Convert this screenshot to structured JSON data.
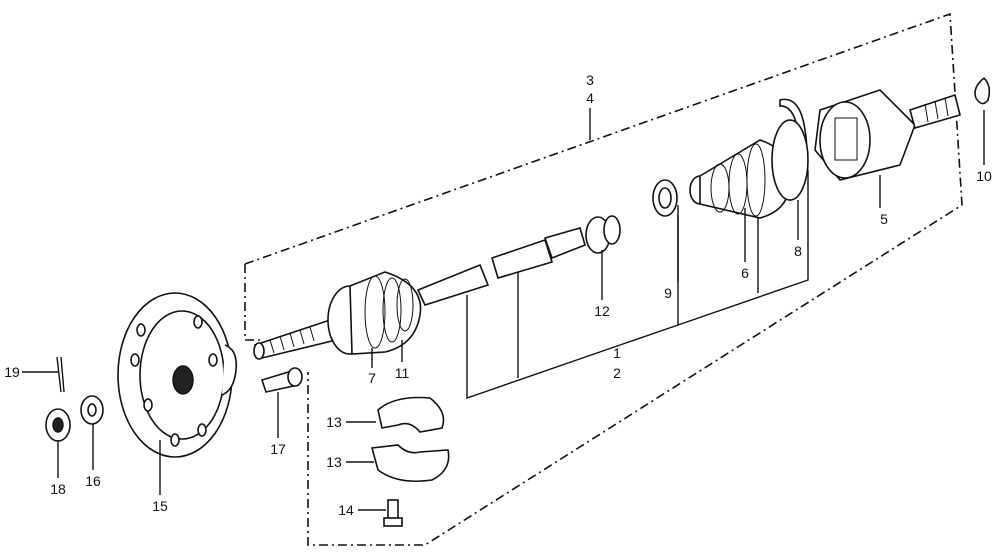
{
  "callouts": [
    {
      "id": "c1",
      "text": "1"
    },
    {
      "id": "c2",
      "text": "2"
    },
    {
      "id": "c3",
      "text": "3"
    },
    {
      "id": "c4",
      "text": "4"
    },
    {
      "id": "c5",
      "text": "5"
    },
    {
      "id": "c6",
      "text": "6"
    },
    {
      "id": "c7",
      "text": "7"
    },
    {
      "id": "c8",
      "text": "8"
    },
    {
      "id": "c9",
      "text": "9"
    },
    {
      "id": "c10",
      "text": "10"
    },
    {
      "id": "c11",
      "text": "11"
    },
    {
      "id": "c12",
      "text": "12"
    },
    {
      "id": "c13a",
      "text": "13"
    },
    {
      "id": "c13b",
      "text": "13"
    },
    {
      "id": "c14",
      "text": "14"
    },
    {
      "id": "c15",
      "text": "15"
    },
    {
      "id": "c16",
      "text": "16"
    },
    {
      "id": "c17",
      "text": "17"
    },
    {
      "id": "c18",
      "text": "18"
    },
    {
      "id": "c19",
      "text": "19"
    }
  ]
}
